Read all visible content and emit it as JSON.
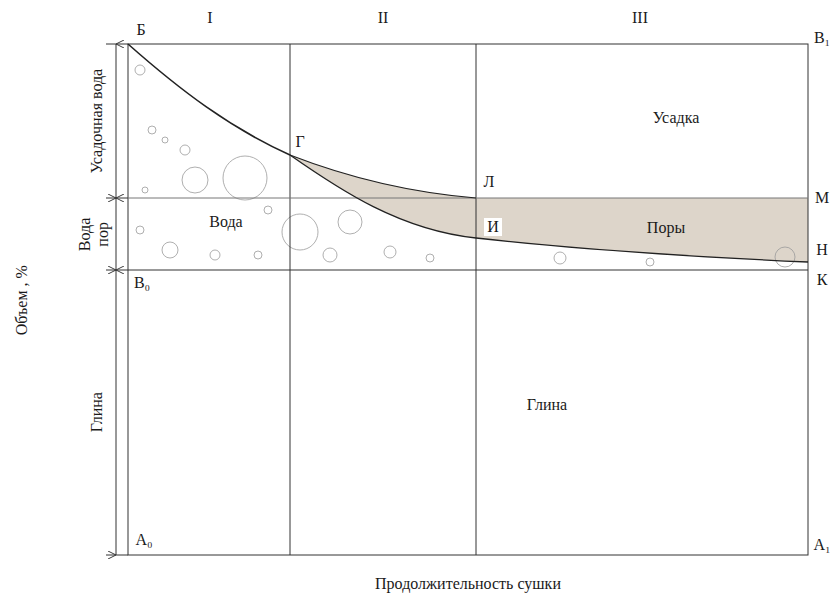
{
  "diagram": {
    "labels": [
      "Б",
      "I",
      "II",
      "III",
      "В₁",
      "Усадочная вода",
      "Г",
      "Л",
      "М",
      "Вода",
      "Усадка",
      "Вода пор",
      "И",
      "Поры",
      "Н",
      "В₀",
      "К",
      "Глина",
      "Глина",
      "А₀",
      "А₁",
      "Объем , %",
      "Продолжительность сушки"
    ]
  }
}
